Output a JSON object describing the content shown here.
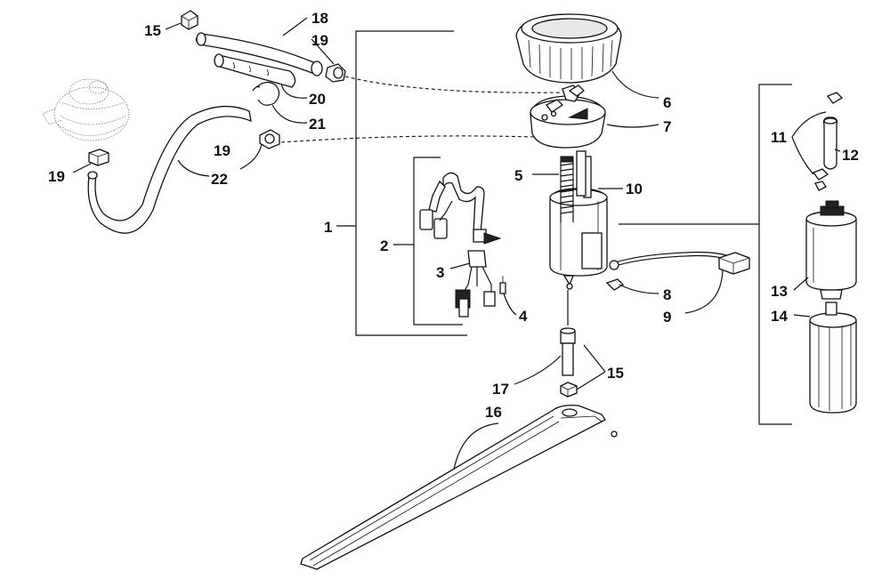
{
  "callouts": {
    "c1": "1",
    "c2": "2",
    "c3": "3",
    "c4": "4",
    "c5": "5",
    "c6": "6",
    "c7": "7",
    "c8": "8",
    "c9": "9",
    "c10": "10",
    "c11": "11",
    "c12": "12",
    "c13": "13",
    "c14": "14",
    "c15a": "15",
    "c15b": "15",
    "c16": "16",
    "c17": "17",
    "c18": "18",
    "c19a": "19",
    "c19b": "19",
    "c19c": "19",
    "c20": "20",
    "c21": "21",
    "c22": "22"
  }
}
